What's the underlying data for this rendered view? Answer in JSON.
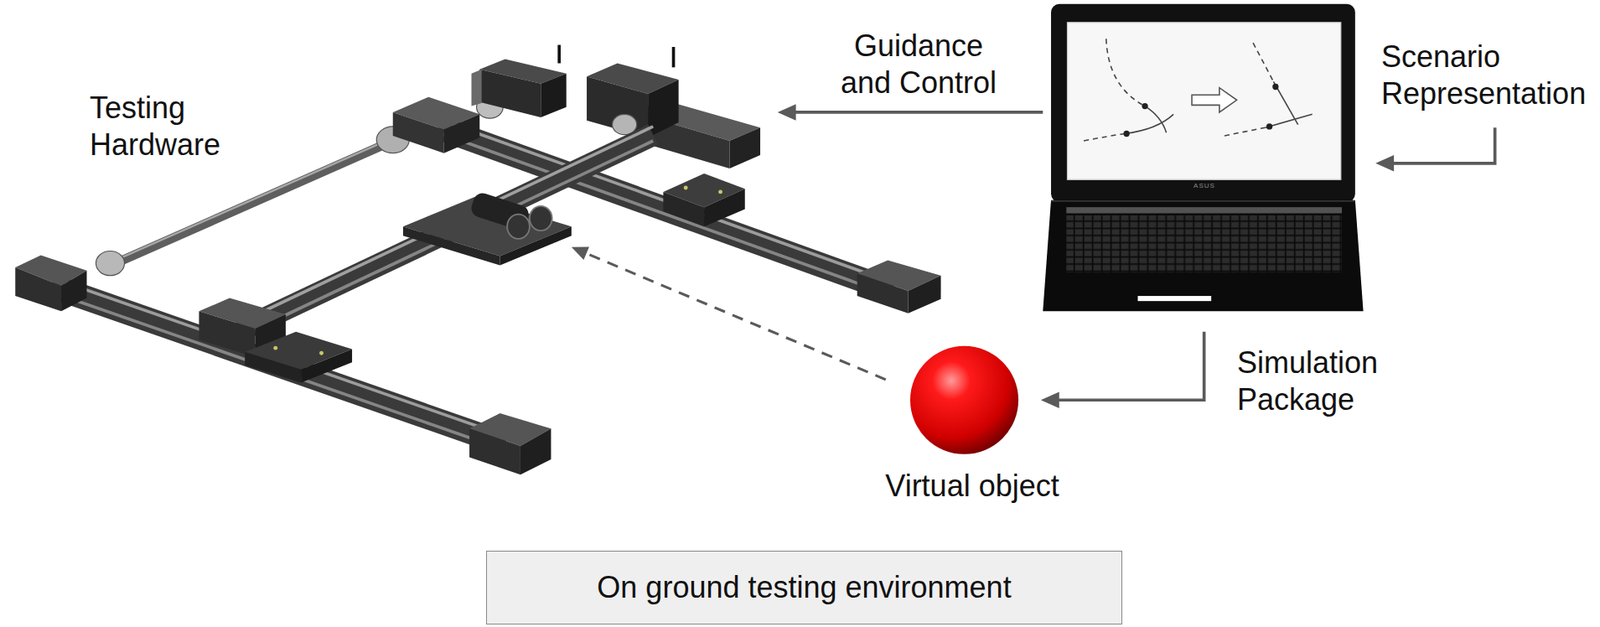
{
  "diagram": {
    "nodes": [
      {
        "text": [
          "On ground testing environment"
        ]
      }
    ],
    "labels": [
      "Testing Hardware",
      "Guidance and Control",
      "Scenario Representation",
      "Simulation Package",
      "Virtual object",
      "ASUS"
    ]
  }
}
